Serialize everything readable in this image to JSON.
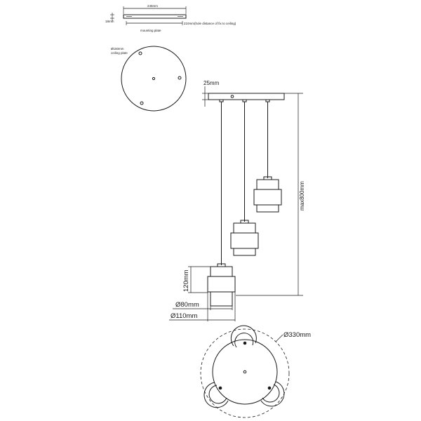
{
  "top_plate": {
    "width_label": "245mm",
    "height_label": "18mm",
    "hole_distance_label": "210mm(hole distance of fix to ceiling)",
    "caption": "mounting plate"
  },
  "ceiling_plate": {
    "diameter_label": "Ø150mm",
    "caption": "ceiling plate"
  },
  "side_view": {
    "canopy_height_label": "25mm",
    "drop_label": "max800mm",
    "shade_height_label": "120mm",
    "inner_diameter_label": "Ø80mm",
    "outer_diameter_label": "Ø110mm"
  },
  "bottom_view": {
    "overall_diameter_label": "Ø330mm"
  }
}
